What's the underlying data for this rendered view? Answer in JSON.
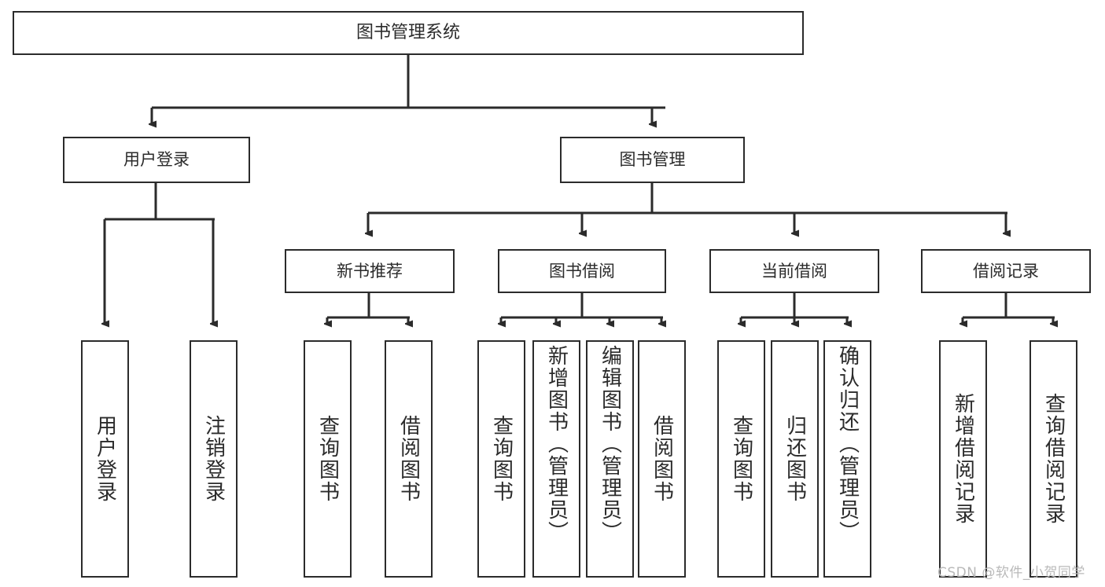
{
  "diagram": {
    "title_node": {
      "id": "root",
      "label": "图书管理系统"
    },
    "level2": [
      {
        "id": "user-login",
        "label": "用户登录"
      },
      {
        "id": "book-manage",
        "label": "图书管理"
      }
    ],
    "level3": [
      {
        "id": "new-book-recommend",
        "label": "新书推荐"
      },
      {
        "id": "book-borrow",
        "label": "图书借阅"
      },
      {
        "id": "current-borrow",
        "label": "当前借阅"
      },
      {
        "id": "borrow-record",
        "label": "借阅记录"
      }
    ],
    "leaves": [
      {
        "id": "leaf-user-login",
        "label": "用户登录",
        "parent": "user-login"
      },
      {
        "id": "leaf-logout-login",
        "label": "注销登录",
        "parent": "user-login"
      },
      {
        "id": "leaf-query-book-1",
        "label": "查询图书",
        "parent": "new-book-recommend"
      },
      {
        "id": "leaf-borrow-book-1",
        "label": "借阅图书",
        "parent": "new-book-recommend"
      },
      {
        "id": "leaf-query-book-2",
        "label": "查询图书",
        "parent": "book-borrow"
      },
      {
        "id": "leaf-add-book",
        "label": "新增图书（管理员）",
        "parent": "book-borrow"
      },
      {
        "id": "leaf-edit-book",
        "label": "编辑图书（管理员）",
        "parent": "book-borrow"
      },
      {
        "id": "leaf-borrow-book-2",
        "label": "借阅图书",
        "parent": "book-borrow"
      },
      {
        "id": "leaf-query-book-3",
        "label": "查询图书",
        "parent": "current-borrow"
      },
      {
        "id": "leaf-return-book",
        "label": "归还图书",
        "parent": "current-borrow"
      },
      {
        "id": "leaf-confirm-return",
        "label": "确认归还（管理员）",
        "parent": "current-borrow"
      },
      {
        "id": "leaf-add-borrow-record",
        "label": "新增借阅记录",
        "parent": "borrow-record"
      },
      {
        "id": "leaf-query-borrow-record",
        "label": "查询借阅记录",
        "parent": "borrow-record"
      }
    ],
    "watermark": "CSDN @软件_小贺同学",
    "colors": {
      "stroke": "#2b2b2b",
      "background": "#ffffff",
      "text": "#2b2b2b",
      "watermark": "#b9b9b9"
    }
  }
}
